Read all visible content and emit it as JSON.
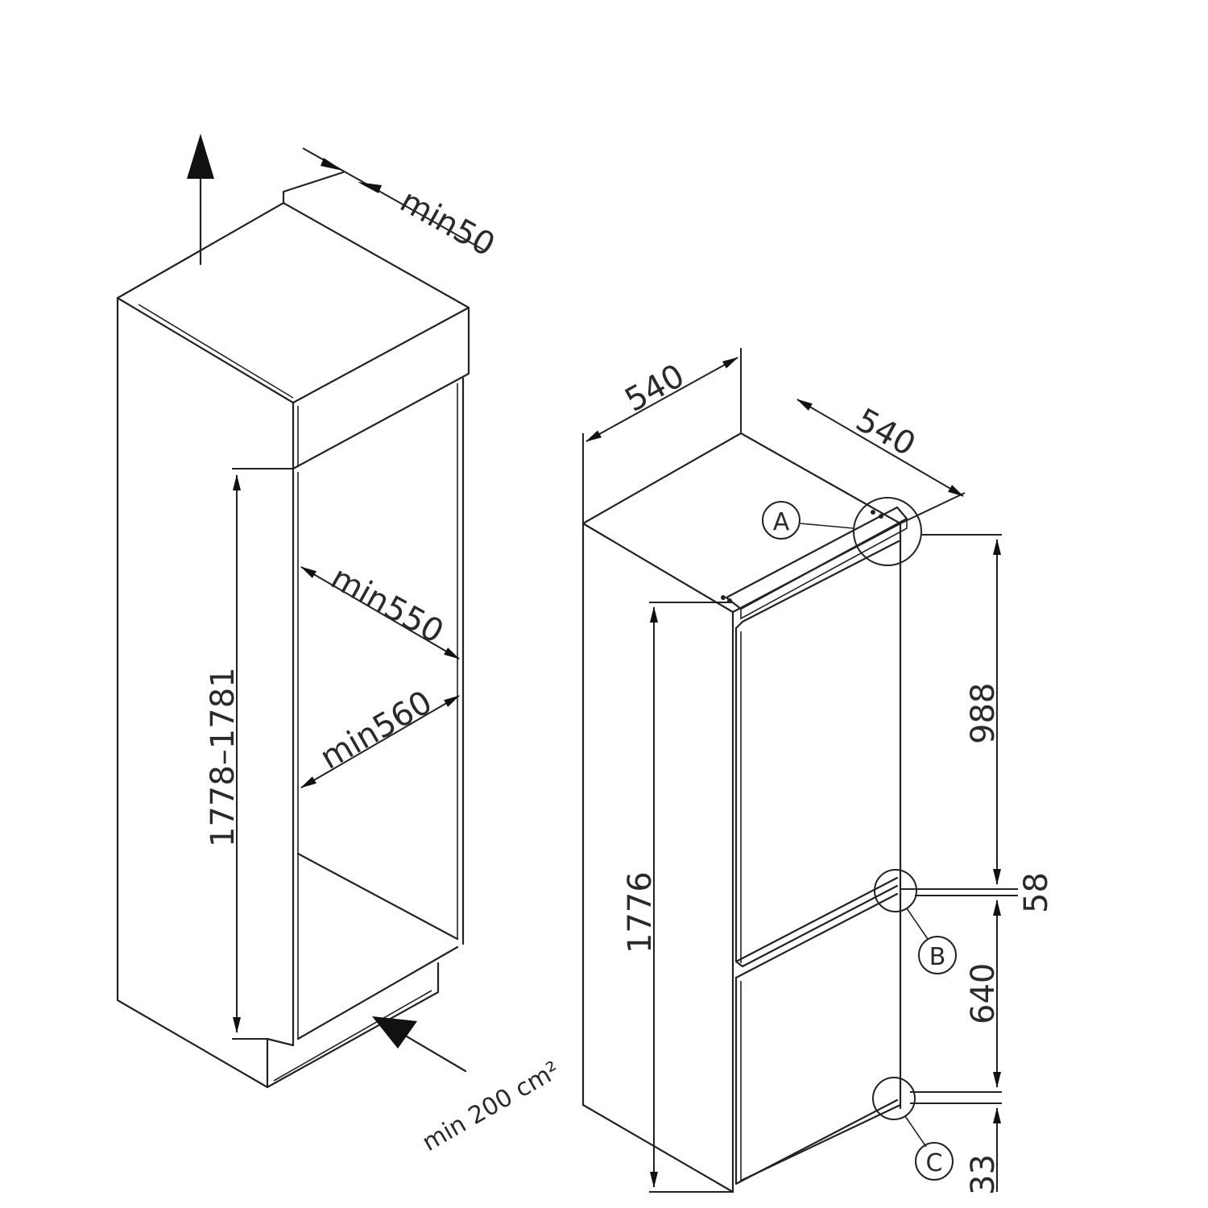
{
  "diagram": {
    "niche": {
      "top_clearance": "min50",
      "depth": "min550",
      "width": "min560",
      "height": "1778–1781",
      "ventilation": "min 200 cm²"
    },
    "appliance": {
      "width": "540",
      "depth": "540",
      "height": "1776",
      "upper_section": "988",
      "gap": "58",
      "lower_section": "640",
      "bottom_offset": "33",
      "markers": [
        "A",
        "B",
        "C"
      ]
    }
  }
}
